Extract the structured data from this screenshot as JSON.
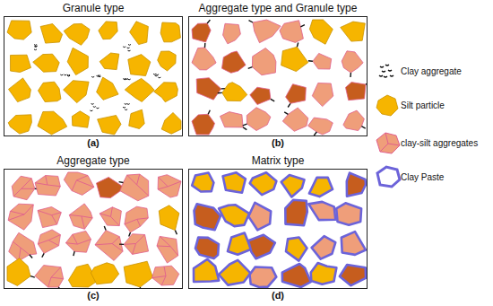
{
  "diagram": {
    "nodes": [
      {
        "text": [
          "Granule type",
          "(a)"
        ]
      },
      {
        "text": [
          "Aggregate type and Granule type",
          "(b)"
        ]
      },
      {
        "text": [
          "Aggregate type",
          "(c)"
        ]
      },
      {
        "text": [
          "Matrix type",
          "(d)"
        ]
      }
    ],
    "legend": [
      {
        "text": "Clay aggregate"
      },
      {
        "text": "Silt particle"
      },
      {
        "text": "clay-silt aggregates"
      },
      {
        "text": "Clay Paste"
      }
    ]
  }
}
